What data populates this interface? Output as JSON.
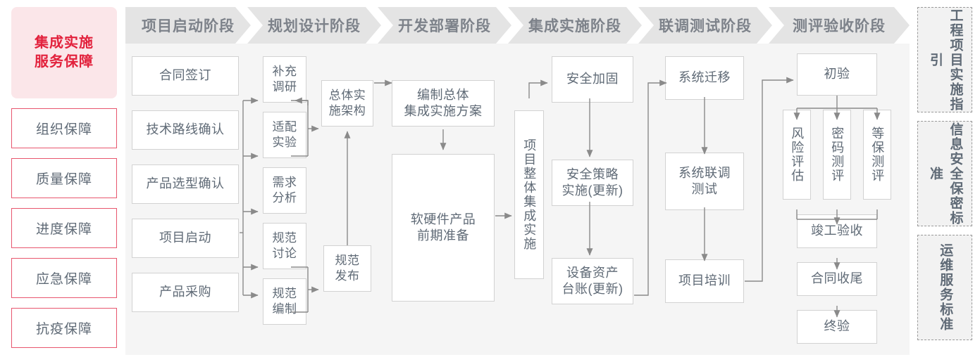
{
  "colors": {
    "accent_red": "#e2213c",
    "accent_red_border": "#e8566e",
    "accent_red_bg": "#fbe6e9",
    "header_chevron": "#e4e4e4",
    "panel_bg": "#f5f5f5",
    "node_border": "#d2d2d2",
    "text": "#5f6a76",
    "wire": "#8a8a8a",
    "dashed_border": "#9a9a9a"
  },
  "sidebar": {
    "title": "集成实施\n服务保障",
    "title_line1": "集成实施",
    "title_line2": "服务保障",
    "items": [
      {
        "label": "组织保障"
      },
      {
        "label": "质量保障"
      },
      {
        "label": "进度保障"
      },
      {
        "label": "应急保障"
      },
      {
        "label": "抗疫保障"
      }
    ]
  },
  "phases": [
    {
      "id": "phase-1",
      "title": "项目启动阶段",
      "nodes": [
        {
          "id": "n-hetong-qianding",
          "label": "合同签订"
        },
        {
          "id": "n-jishu-luxian",
          "label": "技术路线确认"
        },
        {
          "id": "n-chanpin-xuanxing",
          "label": "产品选型确认"
        },
        {
          "id": "n-xiangmu-qidong",
          "label": "项目启动"
        },
        {
          "id": "n-chanpin-caigou",
          "label": "产品采购"
        }
      ]
    },
    {
      "id": "phase-2",
      "title": "规划设计阶段",
      "nodes": [
        {
          "id": "n-buchong-diaoyan",
          "label": "补充\n调研",
          "line1": "补充",
          "line2": "调研"
        },
        {
          "id": "n-shipei-shiyan",
          "label": "适配\n实验",
          "line1": "适配",
          "line2": "实验"
        },
        {
          "id": "n-xuqiu-fenxi",
          "label": "需求\n分析",
          "line1": "需求",
          "line2": "分析"
        },
        {
          "id": "n-guifan-taolun",
          "label": "规范\n讨论",
          "line1": "规范",
          "line2": "讨论"
        },
        {
          "id": "n-guifan-bianzhi",
          "label": "规范\n编制",
          "line1": "规范",
          "line2": "编制"
        },
        {
          "id": "n-zongti-jiagou",
          "label": "总体实\n施架构",
          "line1": "总体实",
          "line2": "施架构"
        },
        {
          "id": "n-guifan-fabu",
          "label": "规范\n发布",
          "line1": "规范",
          "line2": "发布"
        }
      ]
    },
    {
      "id": "phase-3",
      "title": "开发部署阶段",
      "nodes": [
        {
          "id": "n-bianzhi-fangan",
          "label": "编制总体\n集成实施方案",
          "line1": "编制总体",
          "line2": "集成实施方案"
        },
        {
          "id": "n-ruanying-zhunbei",
          "label": "软硬件产品\n前期准备",
          "line1": "软硬件产品",
          "line2": "前期准备"
        }
      ]
    },
    {
      "id": "phase-4",
      "title": "集成实施阶段",
      "nodes": [
        {
          "id": "n-xiangmu-zhengti",
          "label": "项目整体集成实施"
        },
        {
          "id": "n-anquan-jiagu",
          "label": "安全加固"
        },
        {
          "id": "n-anquan-celve",
          "label": "安全策略\n实施(更新)",
          "line1": "安全策略",
          "line2": "实施(更新)"
        },
        {
          "id": "n-shebei-taizhang",
          "label": "设备资产\n台账(更新)",
          "line1": "设备资产",
          "line2": "台账(更新)"
        }
      ]
    },
    {
      "id": "phase-5",
      "title": "联调测试阶段",
      "nodes": [
        {
          "id": "n-xitong-qianyi",
          "label": "系统迁移"
        },
        {
          "id": "n-xitong-liandiao",
          "label": "系统联调\n测试",
          "line1": "系统联调",
          "line2": "测试"
        },
        {
          "id": "n-xiangmu-peixun",
          "label": "项目培训"
        }
      ]
    },
    {
      "id": "phase-6",
      "title": "测评验收阶段",
      "nodes": [
        {
          "id": "n-chuyan",
          "label": "初验"
        },
        {
          "id": "n-fengxian",
          "label": "风险评估"
        },
        {
          "id": "n-mima",
          "label": "密码测评"
        },
        {
          "id": "n-dengbao",
          "label": "等保测评"
        },
        {
          "id": "n-jungong",
          "label": "竣工验收"
        },
        {
          "id": "n-hetong-shouwei",
          "label": "合同收尾"
        },
        {
          "id": "n-zhongyan",
          "label": "终验"
        }
      ]
    }
  ],
  "standards": [
    {
      "id": "std-engineering",
      "label": "工程项目实施指引"
    },
    {
      "id": "std-security",
      "label": "信息安全保密标准"
    },
    {
      "id": "std-ops",
      "label": "运维服务标准"
    }
  ]
}
